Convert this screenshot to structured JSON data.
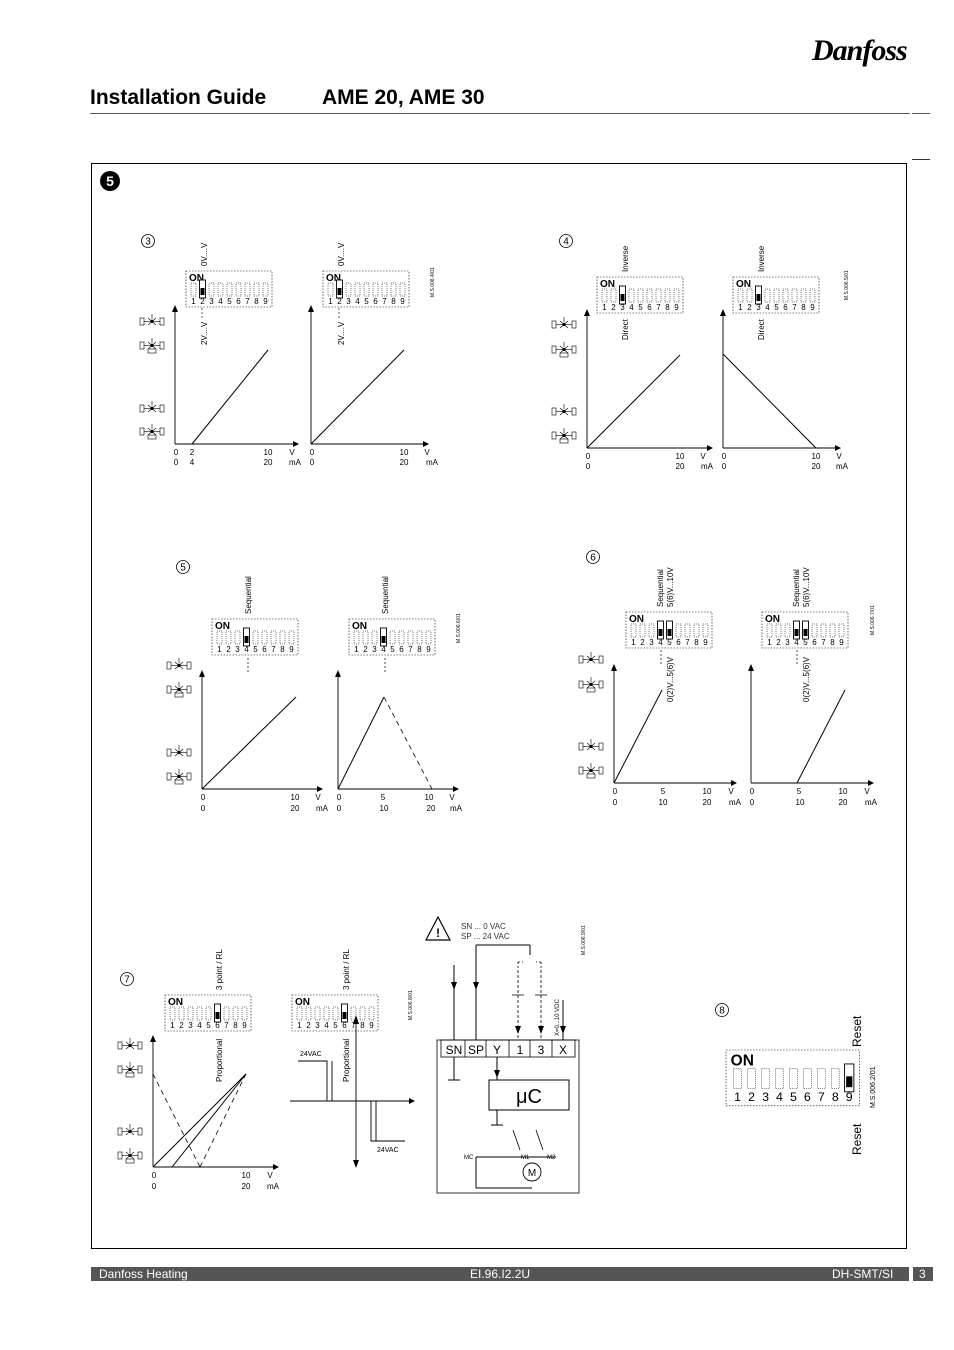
{
  "header": {
    "logo": "Danfoss",
    "title": "Installation Guide",
    "model": "AME 20, AME 30"
  },
  "section": {
    "number": "5"
  },
  "panels": {
    "p3": {
      "marker": "3",
      "switch_label_top": "0V....V",
      "switch_label_bottom": "2V....V",
      "ref": "M.S.006.4/01",
      "left_v_ticks": [
        "0",
        "2",
        "10",
        "V"
      ],
      "left_ma_ticks": [
        "0",
        "4",
        "20",
        "mA"
      ],
      "right_v_ticks": [
        "0",
        "10",
        "V"
      ],
      "right_ma_ticks": [
        "0",
        "20",
        "mA"
      ]
    },
    "p4": {
      "marker": "4",
      "switch_label_top": "Inverse",
      "switch_label_bottom": "Direct",
      "ref": "M.S.006.5/01",
      "v_ticks": [
        "0",
        "10",
        "V"
      ],
      "ma_ticks": [
        "0",
        "20",
        "mA"
      ]
    },
    "p5": {
      "marker": "5",
      "switch_label_top": "Sequential",
      "ref": "M.S.006.6/01",
      "left_v_ticks": [
        "0",
        "10",
        "V"
      ],
      "left_ma_ticks": [
        "0",
        "20",
        "mA"
      ],
      "right_v_ticks": [
        "0",
        "5",
        "10",
        "V"
      ],
      "right_ma_ticks": [
        "0",
        "10",
        "20",
        "mA"
      ]
    },
    "p6": {
      "marker": "6",
      "switch_label_top_1": "Sequential",
      "switch_label_top_2": "5(6)V...10V",
      "switch_label_bottom": "0(2)V...5(6)V",
      "ref": "M.S.006.7/01",
      "v_ticks": [
        "0",
        "5",
        "10",
        "V"
      ],
      "ma_ticks": [
        "0",
        "10",
        "20",
        "mA"
      ]
    },
    "p7": {
      "marker": "7",
      "switch_label_top": "3 point / RL",
      "switch_label_bottom": "Proportional",
      "ref": "M.S.006.8/01",
      "v_ticks": [
        "0",
        "10",
        "V"
      ],
      "ma_ticks": [
        "0",
        "20",
        "mA"
      ],
      "voltage_high": "24VAC",
      "voltage_low": "24VAC"
    },
    "wiring": {
      "line_sn": "SN  ...   0  VAC",
      "line_sp": "SP  ...  24  VAC",
      "ref": "M.S.006.9/01",
      "x_label": "X=0...10 VDC",
      "terminals": [
        "SN",
        "SP",
        "Y",
        "1",
        "3",
        "X"
      ],
      "controller": "μC",
      "motor": "M",
      "mc": "MC",
      "m1": "M1",
      "m2": "M2"
    },
    "p8": {
      "marker": "8",
      "reset_top": "Reset",
      "reset_bottom": "Reset",
      "ref": "M.S.006.2/01"
    },
    "switch": {
      "on": "ON",
      "numbers": [
        "1",
        "2",
        "3",
        "4",
        "5",
        "6",
        "7",
        "8",
        "9"
      ]
    }
  },
  "footer": {
    "left": "Danfoss Heating",
    "center": "EI.96.I2.2U",
    "right": "DH-SMT/SI",
    "page": "3"
  }
}
